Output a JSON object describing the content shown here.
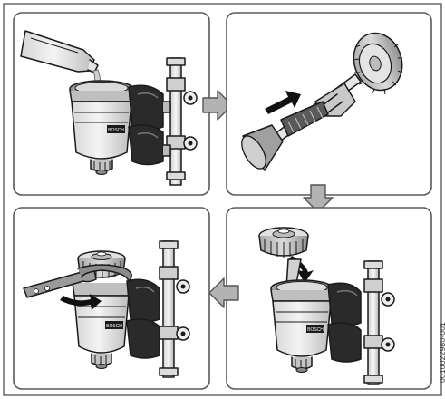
{
  "figure": {
    "document_id": "0010022980-001",
    "brand_colors": {
      "outline": "#1a1a1a",
      "arrow_fill": "#b3b3b3",
      "dark_insulation": "#2a2a2a",
      "light_body": "#e9e9e9",
      "mid_grey": "#9a9a9a"
    },
    "panels": [
      {
        "step": 1,
        "depicts": "pouring-liquid-into-filter"
      },
      {
        "step": 2,
        "depicts": "inserting-cleaning-tool-into-cap"
      },
      {
        "step": 3,
        "depicts": "screwing-cap-onto-filter"
      },
      {
        "step": 4,
        "depicts": "tightening-cap-with-wrench"
      }
    ],
    "flow_arrows": [
      {
        "from": 1,
        "to": 2,
        "direction": "right"
      },
      {
        "from": 2,
        "to": 3,
        "direction": "down"
      },
      {
        "from": 3,
        "to": 4,
        "direction": "left"
      }
    ]
  }
}
